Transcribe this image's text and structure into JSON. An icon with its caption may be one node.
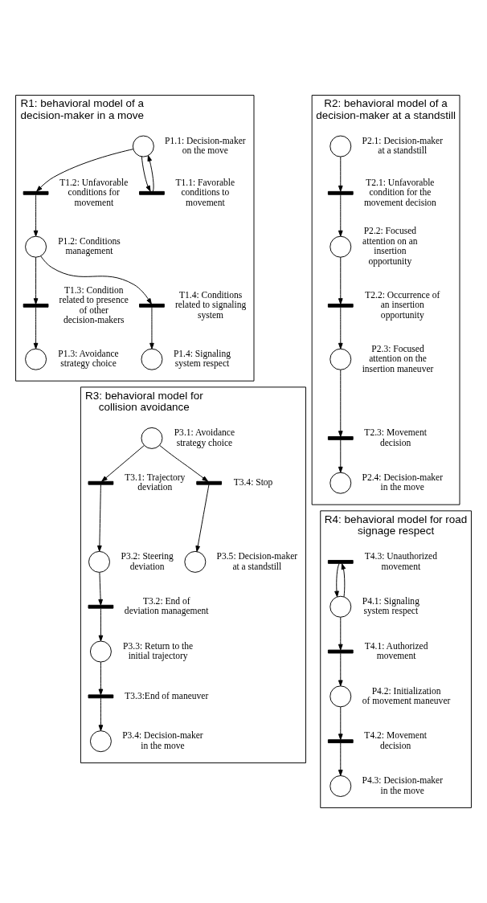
{
  "diagram": {
    "nodes": [
      {
        "text": [
          "R1: behavioral model of a decision-maker in a move"
        ]
      },
      {
        "text": [],
        "shape": "circle",
        "in": 0,
        "beside": [
          "P1.1: Decision-maker on the move"
        ]
      },
      {
        "text": [],
        "shape": "bar",
        "in": 0,
        "beside": [
          "T1.2: Unfavorable conditions for movement"
        ]
      },
      {
        "text": [],
        "shape": "bar",
        "in": 0,
        "beside": [
          "T1.1: Favorable conditions to movement"
        ]
      },
      {
        "text": [],
        "shape": "circle",
        "in": 0,
        "beside": [
          "P1.2: Conditions management"
        ]
      },
      {
        "text": [],
        "shape": "bar",
        "in": 0,
        "beside": [
          "T1.3: Condition related to presence of other decision-makers"
        ]
      },
      {
        "text": [],
        "shape": "bar",
        "in": 0,
        "beside": [
          "T1.4: Conditions related to signaling system"
        ]
      },
      {
        "text": [],
        "shape": "circle",
        "in": 0,
        "beside": [
          "P1.3: Avoidance strategy choice"
        ]
      },
      {
        "text": [],
        "shape": "circle",
        "in": 0,
        "beside": [
          "P1.4: Signaling system respect"
        ]
      },
      {
        "text": [
          "R2: behavioral model of a decision-maker at a standstill"
        ]
      },
      {
        "text": [],
        "shape": "circle",
        "in": 9,
        "beside": [
          "P2.1: Decision-maker at a standstill"
        ]
      },
      {
        "text": [],
        "shape": "bar",
        "in": 9,
        "beside": [
          "T2.1: Unfavorable condition for the movement decision"
        ]
      },
      {
        "text": [],
        "shape": "circle",
        "in": 9,
        "beside": [
          "P2.2: Focused attention on an insertion opportunity"
        ]
      },
      {
        "text": [],
        "shape": "bar",
        "in": 9,
        "beside": [
          "T2.2: Occurrence of an insertion opportunity"
        ]
      },
      {
        "text": [],
        "shape": "circle",
        "in": 9,
        "beside": [
          "P2.3: Focused attention on the insertion maneuver"
        ]
      },
      {
        "text": [],
        "shape": "bar",
        "in": 9,
        "beside": [
          "T2.3: Movement decision"
        ]
      },
      {
        "text": [],
        "shape": "circle",
        "in": 9,
        "beside": [
          "P2.4: Decision-maker in the move"
        ]
      },
      {
        "text": [
          "R3: behavioral model for collision avoidance"
        ]
      },
      {
        "text": [],
        "shape": "circle",
        "in": 17,
        "beside": [
          "P3.1: Avoidance strategy choice"
        ]
      },
      {
        "text": [],
        "shape": "bar",
        "in": 17,
        "beside": [
          "T3.1: Trajectory deviation"
        ]
      },
      {
        "text": [],
        "shape": "bar",
        "in": 17,
        "beside": [
          "T3.4: Stop"
        ]
      },
      {
        "text": [],
        "shape": "circle",
        "in": 17,
        "beside": [
          "P3.2: Steering deviation"
        ]
      },
      {
        "text": [],
        "shape": "circle",
        "in": 17,
        "beside": [
          "P3.5: Decision-maker at a standstill"
        ]
      },
      {
        "text": [],
        "shape": "bar",
        "in": 17,
        "beside": [
          "T3.2: End of deviation management"
        ]
      },
      {
        "text": [],
        "shape": "circle",
        "in": 17,
        "beside": [
          "P3.3: Return to the initial trajectory"
        ]
      },
      {
        "text": [],
        "shape": "bar",
        "in": 17,
        "beside": [
          "T3.3:End of maneuver"
        ]
      },
      {
        "text": [],
        "shape": "circle",
        "in": 17,
        "beside": [
          "P3.4: Decision-maker in the move"
        ]
      },
      {
        "text": [
          "R4: behavioral model for road signage respect"
        ]
      },
      {
        "text": [],
        "shape": "bar",
        "in": 27,
        "beside": [
          "T4.3: Unauthorized movement"
        ]
      },
      {
        "text": [],
        "shape": "circle",
        "in": 27,
        "beside": [
          "P4.1: Signaling system respect"
        ]
      },
      {
        "text": [],
        "shape": "bar",
        "in": 27,
        "beside": [
          "T4.1: Authorized movement"
        ]
      },
      {
        "text": [],
        "shape": "circle",
        "in": 27,
        "beside": [
          "P4.2: Initialization of movement maneuver"
        ]
      },
      {
        "text": [],
        "shape": "bar",
        "in": 27,
        "beside": [
          "T4.2: Movement decision"
        ]
      },
      {
        "text": [],
        "shape": "circle",
        "in": 27,
        "beside": [
          "P4.3: Decision-maker in the move"
        ]
      }
    ],
    "edges": [
      {
        "from": 1,
        "to": 3,
        "arrow": "to"
      },
      {
        "from": 3,
        "to": 1,
        "arrow": "to"
      },
      {
        "from": 1,
        "to": 2,
        "arrow": "to"
      },
      {
        "from": 2,
        "to": 4,
        "arrow": "to"
      },
      {
        "from": 4,
        "to": 5,
        "arrow": "to"
      },
      {
        "from": 5,
        "to": 7,
        "arrow": "to"
      },
      {
        "from": 4,
        "to": 6,
        "arrow": "to"
      },
      {
        "from": 6,
        "to": 8,
        "arrow": "to"
      },
      {
        "from": 10,
        "to": 11,
        "arrow": "to"
      },
      {
        "from": 11,
        "to": 12,
        "arrow": "to"
      },
      {
        "from": 12,
        "to": 13,
        "arrow": "to"
      },
      {
        "from": 13,
        "to": 14,
        "arrow": "to"
      },
      {
        "from": 14,
        "to": 15,
        "arrow": "to"
      },
      {
        "from": 15,
        "to": 16,
        "arrow": "to"
      },
      {
        "from": 18,
        "to": 19,
        "arrow": "to"
      },
      {
        "from": 18,
        "to": 20,
        "arrow": "to"
      },
      {
        "from": 19,
        "to": 21,
        "arrow": "to"
      },
      {
        "from": 20,
        "to": 22,
        "arrow": "to"
      },
      {
        "from": 21,
        "to": 23,
        "arrow": "to"
      },
      {
        "from": 23,
        "to": 24,
        "arrow": "to"
      },
      {
        "from": 24,
        "to": 25,
        "arrow": "to"
      },
      {
        "from": 25,
        "to": 26,
        "arrow": "to"
      },
      {
        "from": 29,
        "to": 28,
        "arrow": "to"
      },
      {
        "from": 28,
        "to": 29,
        "arrow": "to"
      },
      {
        "from": 29,
        "to": 30,
        "arrow": "to"
      },
      {
        "from": 30,
        "to": 31,
        "arrow": "to"
      },
      {
        "from": 31,
        "to": 32,
        "arrow": "to"
      },
      {
        "from": 32,
        "to": 33,
        "arrow": "to"
      }
    ]
  }
}
